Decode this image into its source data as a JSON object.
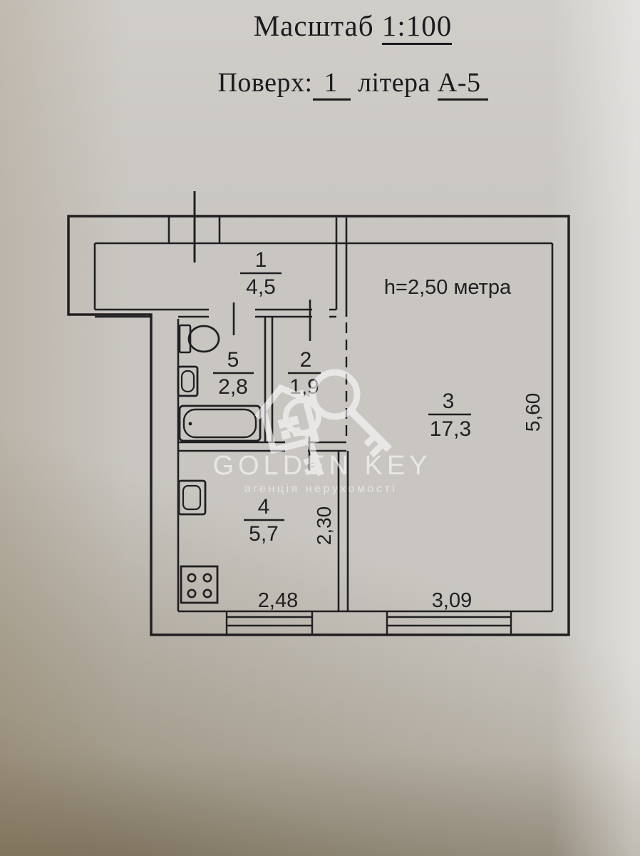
{
  "document": {
    "title": {
      "prefix": "Масштаб ",
      "scale": "1:100"
    },
    "subtitle": {
      "prefix": "Поверх:",
      "floor": "1",
      "middle": "літера",
      "building": "А-5"
    }
  },
  "plan": {
    "ceiling_height_note": "h=2,50 метра",
    "rooms": [
      {
        "number": "1",
        "area": "4,5"
      },
      {
        "number": "2",
        "area": "1,9"
      },
      {
        "number": "3",
        "area": "17,3"
      },
      {
        "number": "4",
        "area": "5,7"
      },
      {
        "number": "5",
        "area": "2,8"
      }
    ],
    "dimensions": {
      "living_width": "3,09",
      "living_height": "5,60",
      "kitchen_width": "2,48",
      "kitchen_depth": "2,30"
    }
  },
  "watermark": {
    "brand": "GOLDEN KEY",
    "tagline": "агенція нерухомості"
  },
  "colors": {
    "ink": "#201f22",
    "paper": "#c9c6c1",
    "watermark": "#ffffff"
  }
}
